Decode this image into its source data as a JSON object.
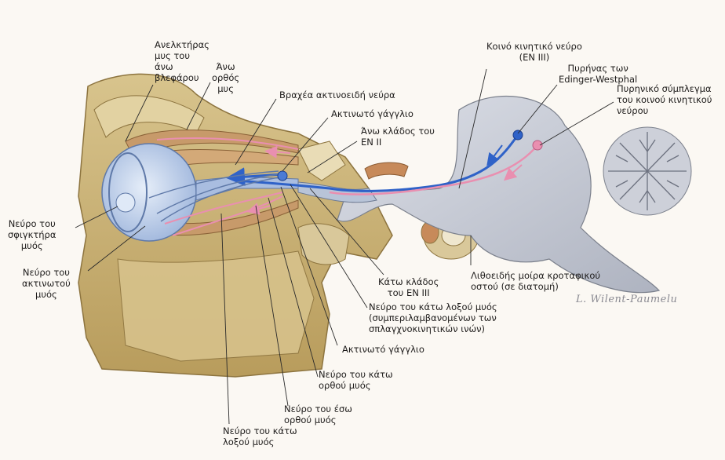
{
  "labels": {
    "levator": "Ανελκτήρας\nμυς του\nάνω\nβλεφάρου",
    "superior_rectus": "Άνω\nορθός\nμυς",
    "short_ciliary": "Βραχέα ακτινοειδή νεύρα",
    "ciliary_ganglion_top": "Ακτινωτό γάγγλιο",
    "superior_branch": "Άνω κλάδος του\nΕΝ ΙΙ",
    "oculomotor": "Κοινό κινητικό νεύρο\n(ΕΝ ΙΙΙ)",
    "edinger": "Πυρήνας των\nEdinger-Westphal",
    "nuclear_complex": "Πυρηνικό σύμπλεγμα\nτου κοινού κινητικού\nνεύρου",
    "sphincter": "Νεύρο του\nσφιγκτήρα\nμυός",
    "ciliary_muscle": "Νεύρο του\nακτινωτού\nμυός",
    "inferior_branch": "Κάτω κλάδος\nτου ΕΝ ΙΙΙ",
    "petrous": "Λιθοειδής μοίρα κροταφικού\nοστού (σε διατομή)",
    "inferior_oblique_parasym": "Νεύρο του κάτω λοξού μυός\n(συμπεριλαμβανομένων των\nσπλαγχνοκινητικών ινών)",
    "ciliary_ganglion_bottom": "Ακτινωτό γάγγλιο",
    "inferior_rectus": "Νεύρο του κάτω\nορθού μυός",
    "medial_rectus": "Νεύρο του έσω\nορθού μυός",
    "inferior_oblique": "Νεύρο του κάτω\nλοξού μυός"
  },
  "signature": "L. Wilent-Paumelu",
  "colors": {
    "bone": "#c8b17a",
    "bone_dark": "#a88f55",
    "brain": "#c9ccd6",
    "eye": "#b9cbe8",
    "nerve_blue": "#2f62c8",
    "nerve_pink": "#e98fb0",
    "muscle": "#c79a6a",
    "leader": "#2a2a2a"
  }
}
